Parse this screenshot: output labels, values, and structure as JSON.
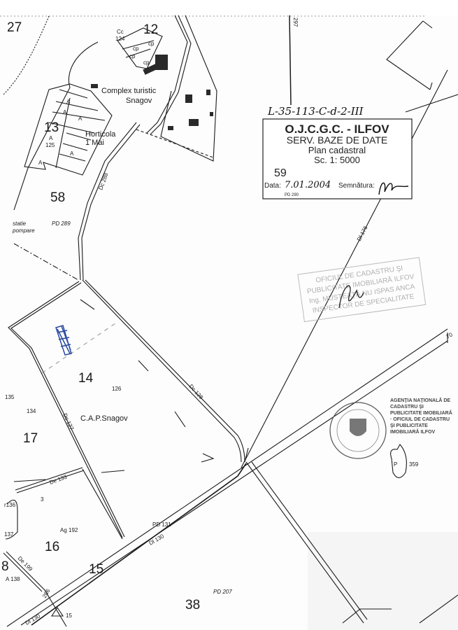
{
  "sheet": {
    "code": "L-35-113-C-d-2-III",
    "stamp": {
      "line1": "O.J.C.G.C. - ILFOV",
      "line2": "SERV. BAZE DE DATE",
      "line3": "Plan cadastral",
      "line4": "Sc. 1: 5000",
      "date_label": "Data:",
      "date_value": "7.01.2004",
      "signature_label": "Semnătura:"
    },
    "ocpi_stamp": {
      "line1": "OFICIUL DE CADASTRU ŞI",
      "line2": "PUBLICITATE IMOBILIARĂ ILFOV",
      "line3": "Ing. MUSTEAŢĂ NU ISPAS ANCA",
      "line4": "INSPECTOR DE SPECIALITATE"
    },
    "seal_text": "AGENŢIA NAŢIONALĂ DE CADASTRU ŞI PUBLICITATE IMOBILIARĂ · OFICIUL DE CADASTRU ŞI PUBLICITATE IMOBILIARĂ ILFOV"
  },
  "labels": {
    "t27": "27",
    "t12": "12",
    "cc": "Cc",
    "cc_num": "124",
    "cp": "cp",
    "complex1": "Complex turistic",
    "complex2": "Snagov",
    "t13": "13",
    "a": "A",
    "a125": "125",
    "horticola1": "Horticola",
    "horticola2": "1 Mai",
    "t58": "58",
    "de288": "Dc 288",
    "statie1": "statie",
    "statie2": "pompare",
    "pd289": "PD 289",
    "t59": "59",
    "pd290": "PD 290",
    "n297": "297",
    "dl176": "Dl 176",
    "t14": "14",
    "n126": "126",
    "cap": "C.A.P.Snagov",
    "dc128": "Dc 128",
    "dc127": "Dc 127",
    "n135": "135",
    "n134": "134",
    "t17": "17",
    "de133": "De 133",
    "n3": "3",
    "r136": "r136",
    "n137": "137",
    "ag192": "Ag 192",
    "t16": "16",
    "t8": "8",
    "a138": "A 138",
    "de199": "De 199",
    "pd131": "PD 131",
    "di130": "Dl 130",
    "t15": "15",
    "di130b": "Dl 130",
    "n286": "286",
    "tri15": "15",
    "pd207": "PD 207",
    "t38": "38",
    "p": "P",
    "n359": "359",
    "n70": "70"
  },
  "colors": {
    "ink": "#1a1a1a",
    "highlight": "#2a4aa0",
    "stamp_gray": "#b0b0b0"
  }
}
